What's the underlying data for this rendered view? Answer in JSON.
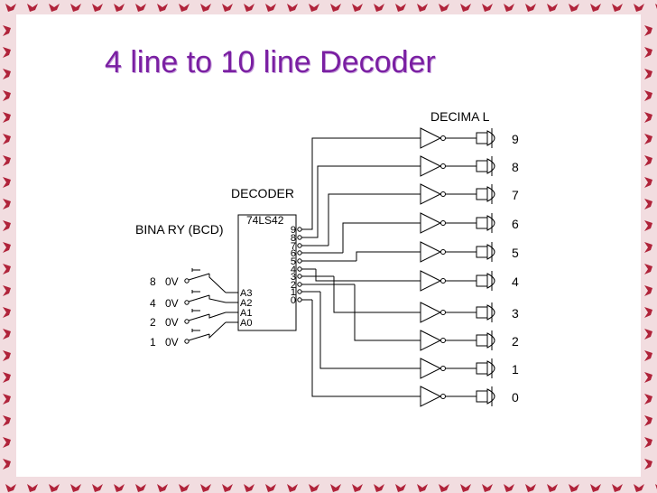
{
  "slide": {
    "title": "4 line to 10 line Decoder",
    "border_color": "#b0233a",
    "title_color": "#7a1fa2"
  },
  "diagram": {
    "decimal_label": "DECIMA L",
    "decoder_label": "DECODER",
    "chip_label": "74LS42",
    "binary_label": "BINA RY (BCD)",
    "chip_outputs": [
      "9",
      "8",
      "7",
      "6",
      "5",
      "4",
      "3",
      "2",
      "1",
      "0"
    ],
    "chip_inputs": [
      "A3",
      "A2",
      "A1",
      "A0"
    ],
    "switches": [
      {
        "weight": "8",
        "voltage": "0V"
      },
      {
        "weight": "4",
        "voltage": "0V"
      },
      {
        "weight": "2",
        "voltage": "0V"
      },
      {
        "weight": "1",
        "voltage": "0V"
      }
    ],
    "decimal_outputs": [
      "9",
      "8",
      "7",
      "6",
      "5",
      "4",
      "3",
      "2",
      "1",
      "0"
    ]
  }
}
